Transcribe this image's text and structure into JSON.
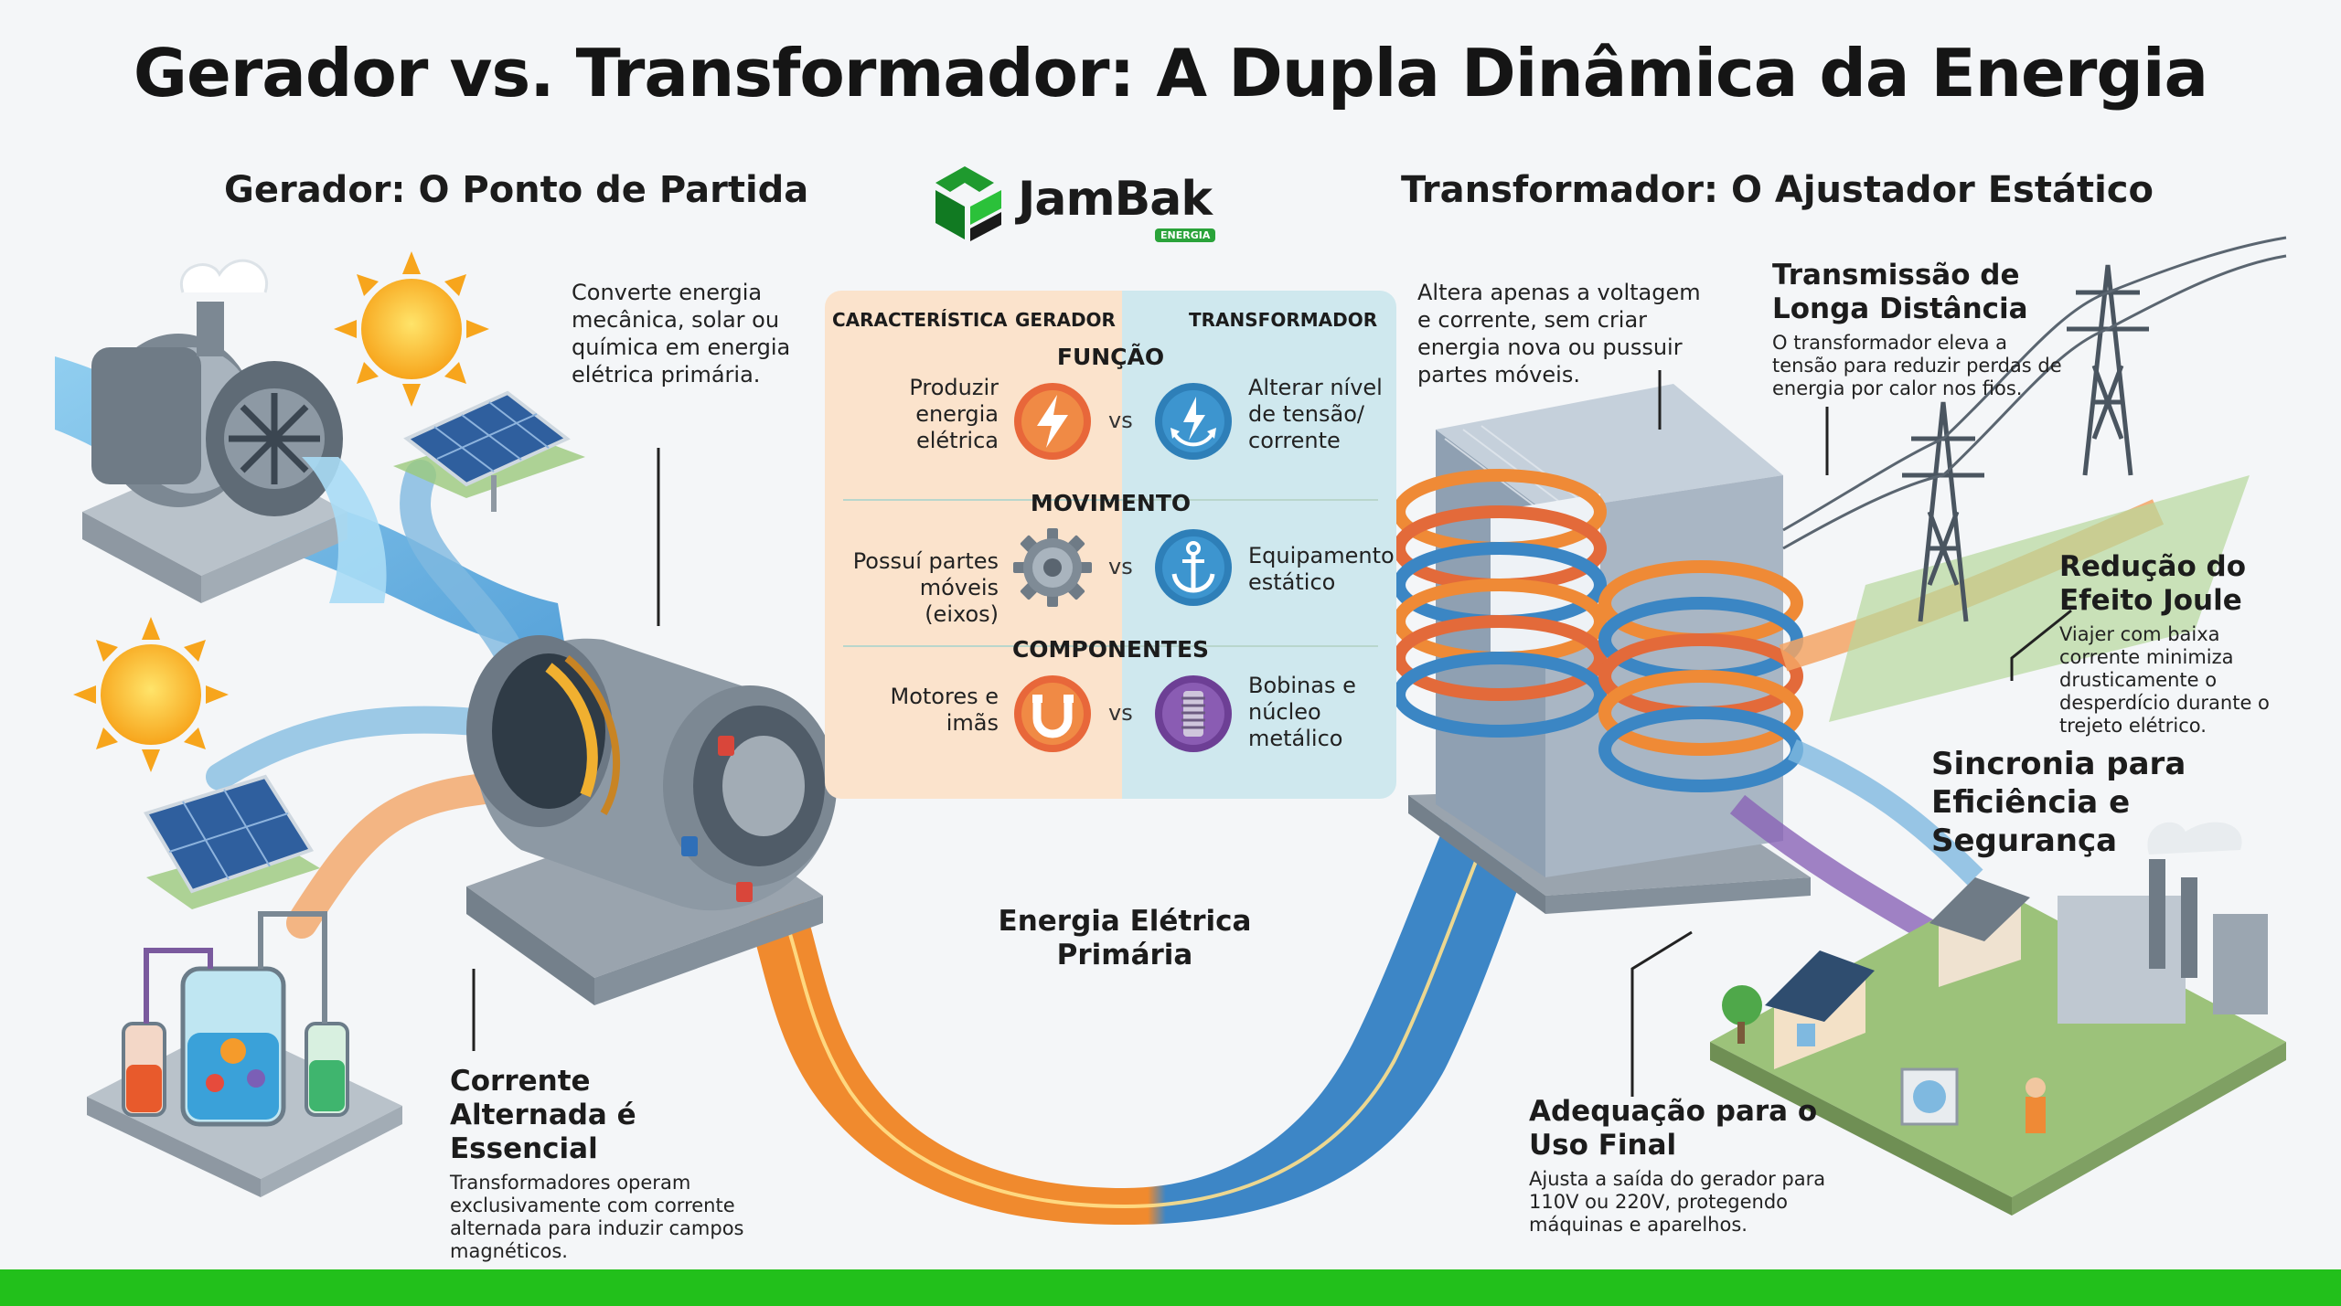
{
  "colors": {
    "accent_green": "#22c01b",
    "orange": "#ef8a36",
    "blue": "#3b86c4",
    "purple": "#7a4fa0"
  },
  "title": "Gerador vs. Transformador: A Dupla Dinâmica da Energia",
  "logo": {
    "name": "JamBak",
    "badge": "ENERGIA"
  },
  "left": {
    "heading": "Gerador: O Ponto de Partida",
    "description": "Converte energia mecânica, solar ou química em energia elétrica primária.",
    "ac": {
      "title": "Corrente Alternada é Essencial",
      "text": "Transformadores operam exclusivamente com corrente alternada para induzir campos magnéticos."
    }
  },
  "right": {
    "heading": "Transformador: O Ajustador Estático",
    "description": "Altera apenas a voltagem e corrente, sem criar energia nova ou pussuir partes móveis.",
    "transmission": {
      "title": "Transmissão de Longa Distância",
      "text": "O transformador eleva a tensão para reduzir perdas de energia por calor nos fios."
    },
    "joule": {
      "title": "Redução do Efeito Joule",
      "text": "Viajer com baixa corrente minimiza drusticamente o desperdício durante o trejeto elétrico."
    },
    "sync": {
      "title": "Sincronia para Eficiência e Segurança"
    },
    "enduse": {
      "title": "Adequação para o Uso Final",
      "text": "Ajusta a saída do gerador para 110V ou 220V, protegendo máquinas e aparelhos."
    }
  },
  "table": {
    "headers": {
      "characteristic": "CARACTERÍSTICA",
      "generator": "GERADOR",
      "transformer": "TRANSFORMADOR"
    },
    "vs": "vs",
    "rows": [
      {
        "section": "FUNÇÃO",
        "generator": "Produzir energia elétrica",
        "transformer": "Alterar nível de tensão/ corrente",
        "gen_icon": "lightning-icon",
        "tr_icon": "voltage-arrows-icon"
      },
      {
        "section": "MOVIMENTO",
        "generator": "Possuí partes móveis (eixos)",
        "transformer": "Equipamento estático",
        "gen_icon": "gear-icon",
        "tr_icon": "anchor-icon"
      },
      {
        "section": "COMPONENTES",
        "generator": "Motores e imãs",
        "transformer": "Bobinas e núcleo metálico",
        "gen_icon": "magnet-icon",
        "tr_icon": "coil-icon"
      }
    ]
  },
  "center_label": "Energia Elétrica Primária"
}
